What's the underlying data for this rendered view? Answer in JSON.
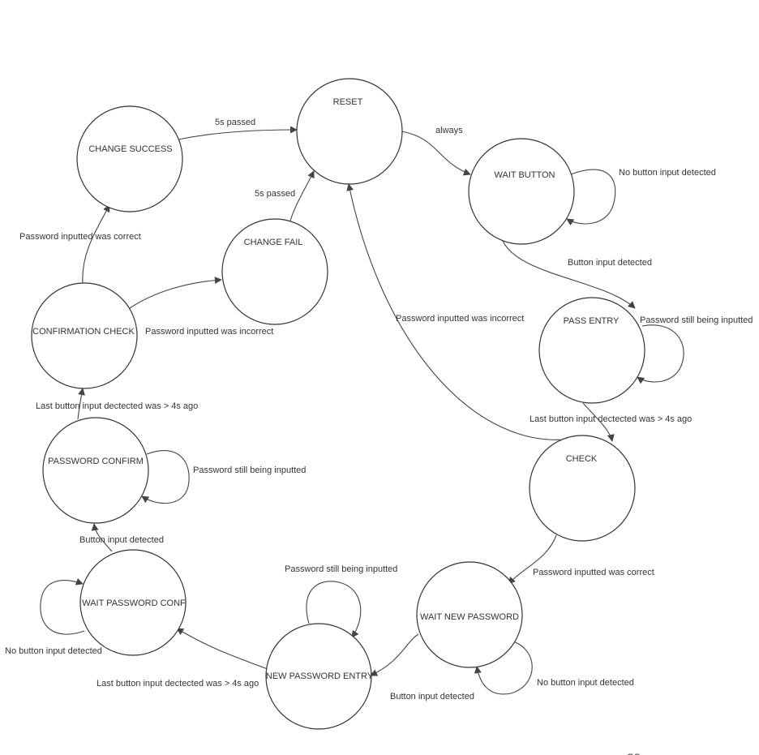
{
  "states": {
    "reset": "RESET",
    "wait_button": "WAIT BUTTON",
    "pass_entry": "PASS ENTRY",
    "check": "CHECK",
    "wait_new_password": "WAIT  NEW PASSWORD",
    "new_password_entry": "NEW PASSWORD ENTRY",
    "wait_password_conf": "WAIT PASSWORD CONF",
    "password_confirm": "PASSWORD CONFIRM",
    "confirmation_check": "CONFIRMATION CHECK",
    "change_success": "CHANGE SUCCESS",
    "change_fail": "CHANGE FAIL"
  },
  "transitions": {
    "reset_to_wait_button": "always",
    "wait_button_loop": "No button input detected",
    "wait_button_to_pass_entry": "Button input detected",
    "pass_entry_loop": "Password still being inputted",
    "pass_entry_to_check": "Last button input dectected was > 4s ago",
    "check_to_reset": "Password inputted was incorrect",
    "check_to_wait_new_password": "Password inputted was correct",
    "wait_new_password_loop": "No button input detected",
    "wait_new_password_to_entry": "Button input detected",
    "new_password_entry_loop": "Password still being inputted",
    "new_password_entry_to_wait_conf": "Last button input dectected was > 4s ago",
    "wait_password_conf_loop": "No button input detected",
    "wait_conf_to_password_confirm": "Button input detected",
    "password_confirm_loop": "Password still being inputted",
    "password_confirm_to_confirmation_check": "Last button input dectected was > 4s ago",
    "confirmation_check_to_success": "Password inputted was correct",
    "confirmation_check_to_fail": "Password inputted was incorrect",
    "success_to_reset": "5s passed",
    "fail_to_reset": "5s passed"
  },
  "corner_mark": "GC",
  "colors": {
    "stroke": "#444444",
    "text": "#333333",
    "background": "#ffffff"
  }
}
